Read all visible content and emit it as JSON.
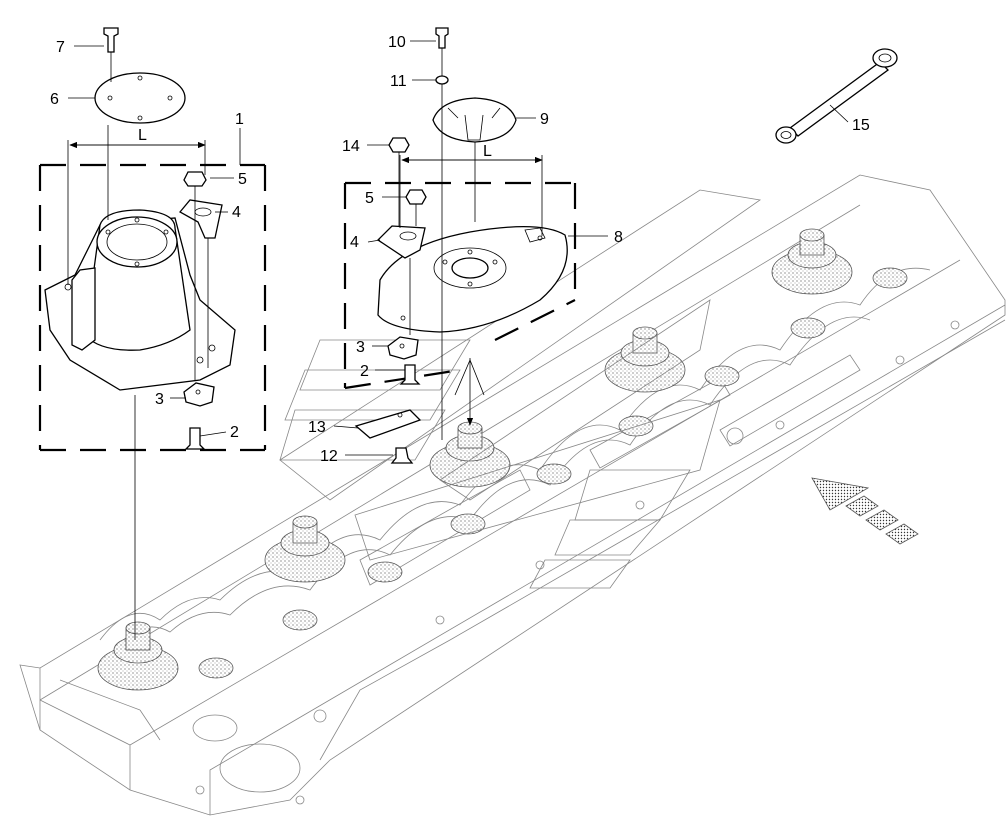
{
  "diagram": {
    "dimension_label": "L",
    "callouts": [
      {
        "id": "c1",
        "text": "1"
      },
      {
        "id": "c2a",
        "text": "2"
      },
      {
        "id": "c2b",
        "text": "2"
      },
      {
        "id": "c3a",
        "text": "3"
      },
      {
        "id": "c3b",
        "text": "3"
      },
      {
        "id": "c4a",
        "text": "4"
      },
      {
        "id": "c4b",
        "text": "4"
      },
      {
        "id": "c5a",
        "text": "5"
      },
      {
        "id": "c5b",
        "text": "5"
      },
      {
        "id": "c6",
        "text": "6"
      },
      {
        "id": "c7",
        "text": "7"
      },
      {
        "id": "c8",
        "text": "8"
      },
      {
        "id": "c9",
        "text": "9"
      },
      {
        "id": "c10",
        "text": "10"
      },
      {
        "id": "c11",
        "text": "11"
      },
      {
        "id": "c12",
        "text": "12"
      },
      {
        "id": "c13",
        "text": "13"
      },
      {
        "id": "c14",
        "text": "14"
      },
      {
        "id": "c15",
        "text": "15"
      }
    ]
  }
}
